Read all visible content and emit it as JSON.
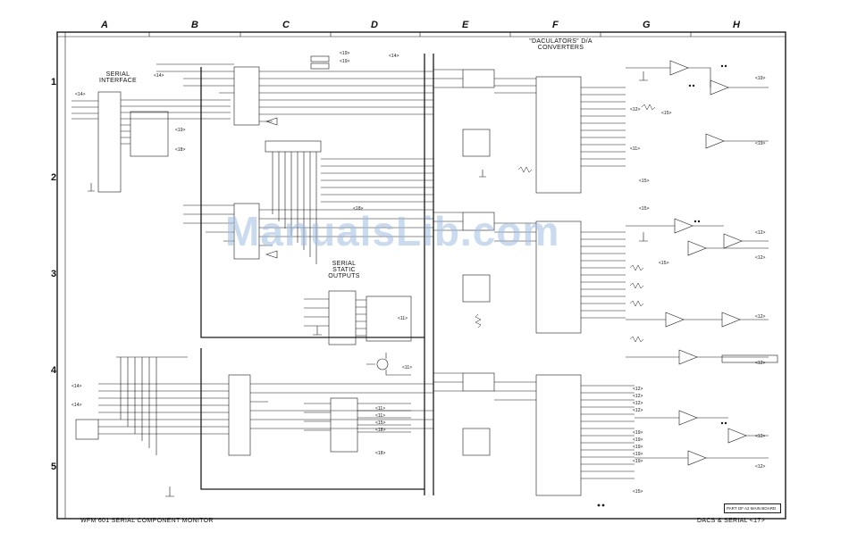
{
  "grid": {
    "columns": [
      "A",
      "B",
      "C",
      "D",
      "E",
      "F",
      "G",
      "H"
    ],
    "rows": [
      "1",
      "2",
      "3",
      "4",
      "5"
    ]
  },
  "titles": {
    "serial_interface": "SERIAL INTERFACE",
    "daculators": "\"DACULATORS\" D/A CONVERTERS",
    "serial_static_outputs": "SERIAL STATIC OUTPUTS"
  },
  "watermark": "ManualsLib.com",
  "footer": {
    "left": "WFM 601 SERIAL COMPONENT MONITOR",
    "right": "DACS & SERIAL <17>",
    "board": "PART OF A2 MAIN BOARD"
  },
  "offpage_refs": [
    "<14>",
    "<19>",
    "<18>",
    "<11>",
    "<12>",
    "<15>",
    "<16>"
  ],
  "colors": {
    "ink": "#1a1a1a",
    "background": "#ffffff",
    "watermark": "#a0bee1"
  }
}
